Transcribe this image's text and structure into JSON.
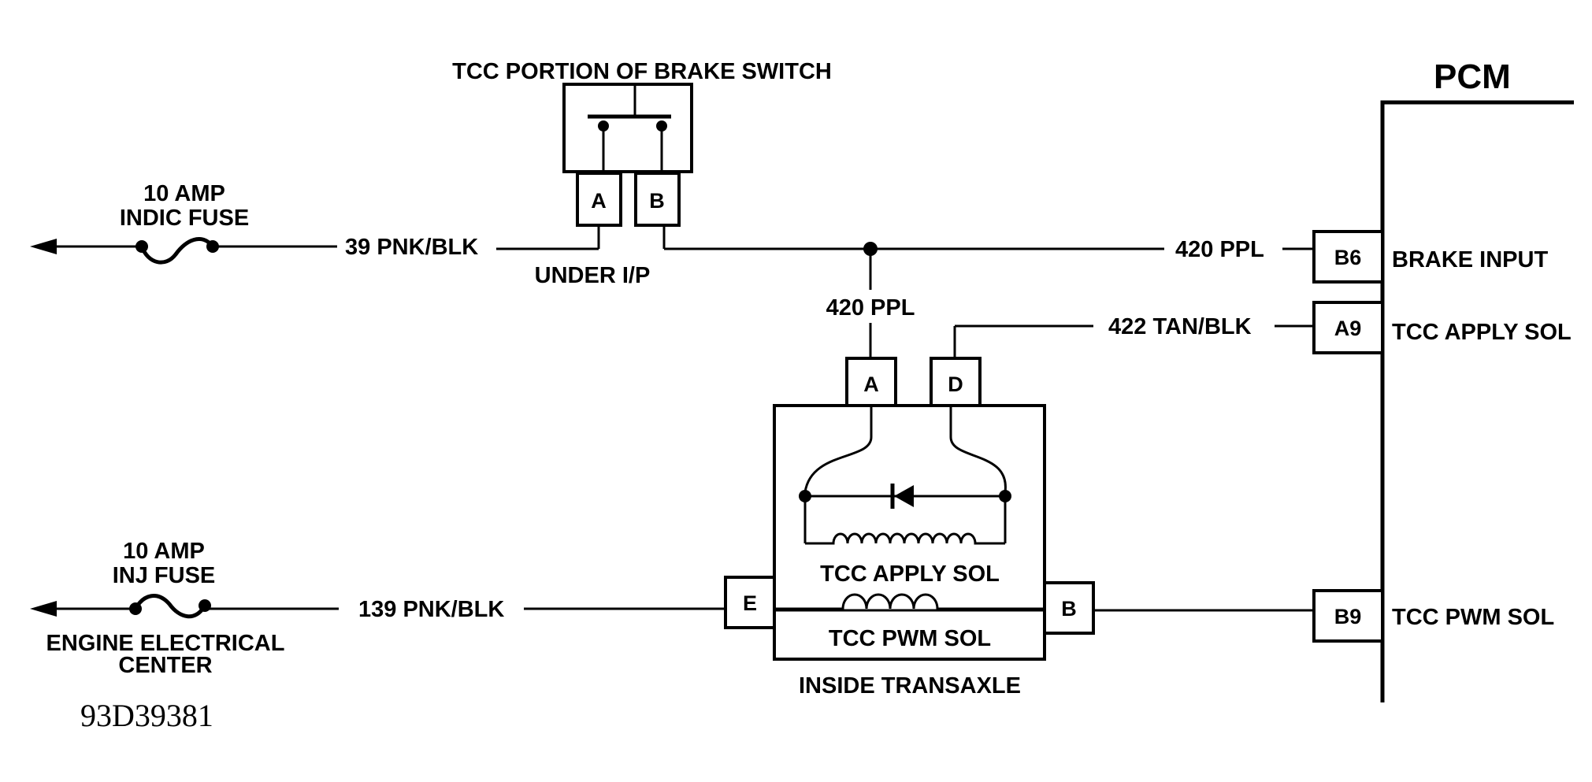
{
  "pcm": {
    "title": "PCM"
  },
  "brake_switch": {
    "title": "TCC PORTION OF BRAKE SWITCH",
    "pin_a": "A",
    "pin_b": "B",
    "location": "UNDER I/P"
  },
  "fuse_indic": {
    "line1": "10 AMP",
    "line2": "INDIC FUSE"
  },
  "fuse_inj": {
    "line1": "10 AMP",
    "line2": "INJ FUSE",
    "location_line1": "ENGINE ELECTRICAL",
    "location_line2": "CENTER"
  },
  "wires": {
    "w39": "39 PNK/BLK",
    "w420_right": "420 PPL",
    "w420_down": "420 PPL",
    "w422": "422 TAN/BLK",
    "w139": "139 PNK/BLK"
  },
  "pcm_pins": [
    {
      "pin": "B6",
      "label": "BRAKE INPUT"
    },
    {
      "pin": "A9",
      "label": "TCC APPLY SOL"
    },
    {
      "pin": "B9",
      "label": "TCC PWM SOL"
    }
  ],
  "transaxle": {
    "pin_a": "A",
    "pin_d": "D",
    "pin_e": "E",
    "pin_b": "B",
    "apply_sol": "TCC APPLY SOL",
    "pwm_sol": "TCC PWM SOL",
    "location": "INSIDE TRANSAXLE"
  },
  "figure_id": "93D39381"
}
